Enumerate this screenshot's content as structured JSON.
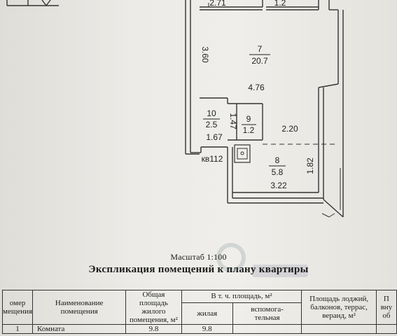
{
  "plan": {
    "dimensions": {
      "top_left": "2.71",
      "top_right": "1.2",
      "left_height": "3.60",
      "mid_width": "4.76",
      "bath_height": "1.47",
      "bath_width": "1.67",
      "corridor_width": "2.20",
      "kitchen_height": "1.82",
      "kitchen_width": "3.22"
    },
    "rooms": [
      {
        "number": "7",
        "area": "20.7"
      },
      {
        "number": "10",
        "area": "2.5"
      },
      {
        "number": "9",
        "area": "1.2"
      },
      {
        "number": "8",
        "area": "5.8"
      }
    ],
    "apartment_label": "кв112"
  },
  "scale_label": "Масштаб 1:100",
  "title": "Экспликация помещений к плану квартиры",
  "table": {
    "headers": {
      "num": [
        "омер",
        "мещения"
      ],
      "name": [
        "Наименование",
        "помещения"
      ],
      "total": [
        "Общая",
        "площадь",
        "жилого",
        "помещения, м²"
      ],
      "incl": "В т. ч. площадь, м²",
      "living": "жилая",
      "aux": [
        "вспомога-",
        "тельная"
      ],
      "loggia": [
        "Площадь лоджий,",
        "балконов, террас,",
        "веранд, м²"
      ],
      "extra": [
        "П",
        "вну",
        "об"
      ]
    },
    "rows": [
      {
        "num": "1",
        "name": "Комната",
        "total": "9.8",
        "living": "9.8",
        "aux": "",
        "loggia": "",
        "extra": ""
      }
    ]
  }
}
